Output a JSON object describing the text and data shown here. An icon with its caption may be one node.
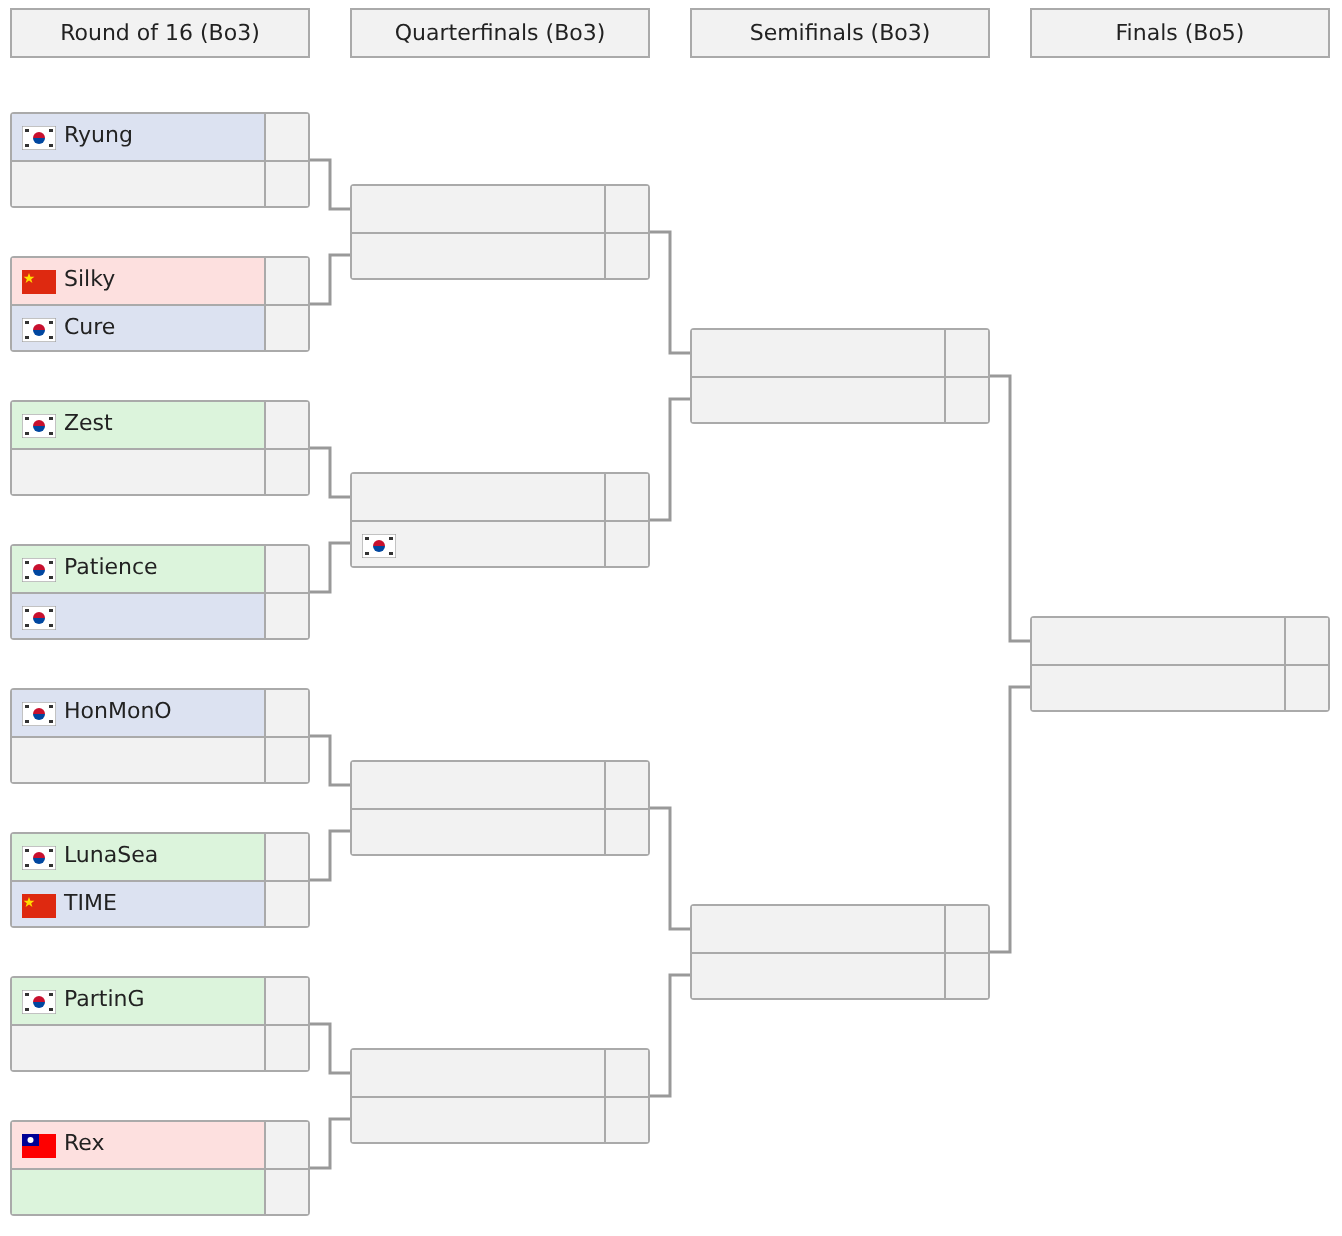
{
  "diagram": {
    "nodes": [
      {
        "text": [
          "Round of 16 (Bo3)"
        ]
      },
      {
        "text": [
          "Quarterfinals (Bo3)"
        ]
      },
      {
        "text": [
          "Semifinals (Bo3)"
        ]
      },
      {
        "text": [
          "Finals (Bo5)"
        ]
      },
      {
        "text": [],
        "shape": "box"
      },
      {
        "text": [
          "Ryung"
        ],
        "in": 4
      },
      {
        "text": [],
        "shape": "box",
        "in": 4
      },
      {
        "text": [],
        "shape": "box"
      },
      {
        "text": [
          "Silky"
        ],
        "in": 7
      },
      {
        "text": [
          "Cure"
        ],
        "in": 7
      },
      {
        "text": [],
        "shape": "box"
      },
      {
        "text": [
          "Zest"
        ],
        "in": 10
      },
      {
        "text": [],
        "shape": "box",
        "in": 10
      },
      {
        "text": [],
        "shape": "box"
      },
      {
        "text": [
          "Patience"
        ],
        "in": 13
      },
      {
        "text": [],
        "shape": "box",
        "in": 13
      },
      {
        "text": [],
        "shape": "box"
      },
      {
        "text": [
          "HonMonO"
        ],
        "in": 16
      },
      {
        "text": [],
        "shape": "box",
        "in": 16
      },
      {
        "text": [],
        "shape": "box"
      },
      {
        "text": [
          "LunaSea"
        ],
        "in": 19
      },
      {
        "text": [
          "TIME"
        ],
        "in": 19
      },
      {
        "text": [],
        "shape": "box"
      },
      {
        "text": [
          "PartinG"
        ],
        "in": 22
      },
      {
        "text": [],
        "shape": "box",
        "in": 22
      },
      {
        "text": [],
        "shape": "box"
      },
      {
        "text": [
          "Rex"
        ],
        "in": 25
      },
      {
        "text": [],
        "shape": "box",
        "in": 25
      },
      {
        "text": [],
        "shape": "box"
      },
      {
        "text": [],
        "shape": "box",
        "in": 28
      },
      {
        "text": [],
        "shape": "box",
        "in": 28
      },
      {
        "text": [],
        "shape": "box"
      },
      {
        "text": [],
        "shape": "box",
        "in": 31
      },
      {
        "text": [],
        "shape": "box",
        "in": 31
      },
      {
        "text": [],
        "shape": "box"
      },
      {
        "text": [],
        "shape": "box",
        "in": 34
      },
      {
        "text": [],
        "shape": "box",
        "in": 34
      },
      {
        "text": [],
        "shape": "box"
      },
      {
        "text": [],
        "shape": "box",
        "in": 37
      },
      {
        "text": [],
        "shape": "box",
        "in": 37
      },
      {
        "text": [],
        "shape": "box"
      },
      {
        "text": [],
        "shape": "box",
        "in": 40
      },
      {
        "text": [],
        "shape": "box",
        "in": 40
      },
      {
        "text": [],
        "shape": "box"
      },
      {
        "text": [],
        "shape": "box",
        "in": 43
      },
      {
        "text": [],
        "shape": "box",
        "in": 43
      },
      {
        "text": [],
        "shape": "box"
      },
      {
        "text": [],
        "shape": "box",
        "in": 46
      },
      {
        "text": [],
        "shape": "box",
        "in": 46
      }
    ],
    "edges": [
      {
        "from": 4,
        "to": 29,
        "arrow": "none"
      },
      {
        "from": 7,
        "to": 30,
        "arrow": "none"
      },
      {
        "from": 10,
        "to": 32,
        "arrow": "none"
      },
      {
        "from": 13,
        "to": 33,
        "arrow": "none"
      },
      {
        "from": 16,
        "to": 35,
        "arrow": "none"
      },
      {
        "from": 19,
        "to": 36,
        "arrow": "none"
      },
      {
        "from": 22,
        "to": 38,
        "arrow": "none"
      },
      {
        "from": 25,
        "to": 39,
        "arrow": "none"
      },
      {
        "from": 28,
        "to": 41,
        "arrow": "none"
      },
      {
        "from": 31,
        "to": 42,
        "arrow": "none"
      },
      {
        "from": 34,
        "to": 44,
        "arrow": "none"
      },
      {
        "from": 37,
        "to": 45,
        "arrow": "none"
      },
      {
        "from": 40,
        "to": 47,
        "arrow": "none"
      },
      {
        "from": 43,
        "to": 48,
        "arrow": "none"
      }
    ]
  }
}
